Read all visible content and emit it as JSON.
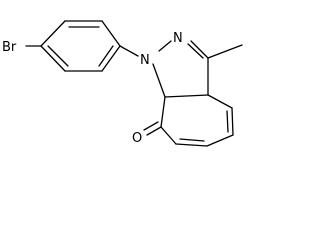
{
  "molecule": {
    "atom_labels": {
      "bromine": "Br",
      "nitrogen_1": "N",
      "nitrogen_2": "N",
      "oxygen": "O"
    },
    "colors": {
      "bond": "#000000",
      "label": "#000000",
      "background": "#ffffff"
    }
  }
}
